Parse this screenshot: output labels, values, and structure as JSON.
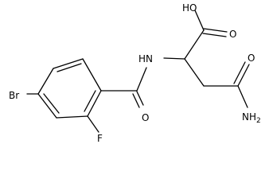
{
  "atoms": {
    "hydroxyl": "HO",
    "carboxyl_oxygen": "O",
    "amide_nitrogen": "HN",
    "amide_oxygen": "O",
    "primary_amide_oxygen": "O",
    "primary_amide_nitrogen": "NH",
    "primary_amide_nitrogen_subscript": "2",
    "bromine": "Br",
    "fluorine": "F"
  }
}
